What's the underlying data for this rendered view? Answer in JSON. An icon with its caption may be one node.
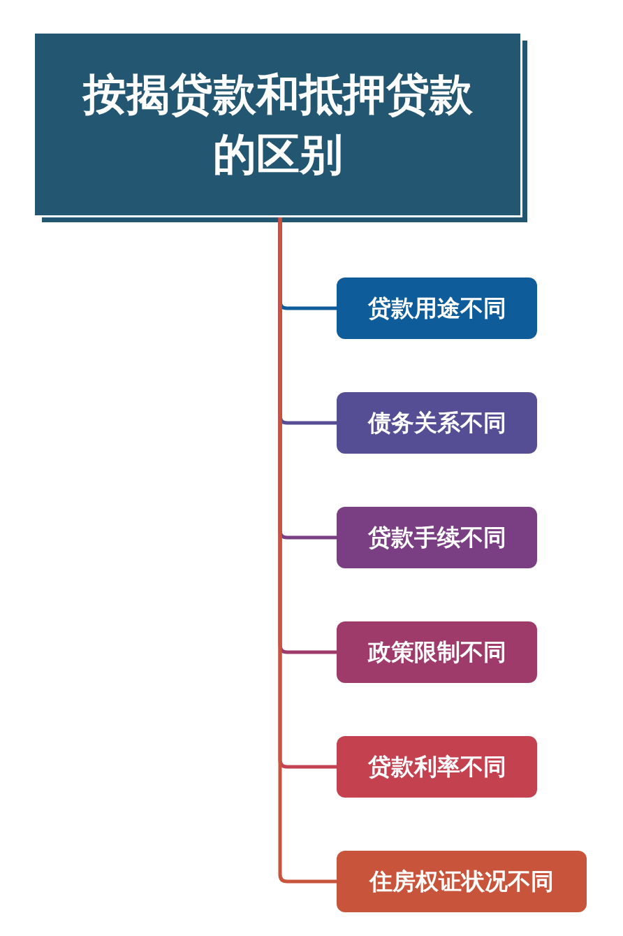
{
  "diagram": {
    "nodes": [
      {
        "text": [
          "按揭贷款和抵押贷款的区别"
        ]
      },
      {
        "text": [
          "贷款用途不同"
        ]
      },
      {
        "text": [
          "债务关系不同"
        ]
      },
      {
        "text": [
          "贷款手续不同"
        ]
      },
      {
        "text": [
          "政策限制不同"
        ]
      },
      {
        "text": [
          "贷款利率不同"
        ]
      },
      {
        "text": [
          "住房权证状况不同"
        ]
      }
    ],
    "edges": [
      {
        "from": 0,
        "to": 1,
        "arrow": "none",
        "color": "#0f5c9a"
      },
      {
        "from": 0,
        "to": 2,
        "arrow": "none",
        "color": "#554e95"
      },
      {
        "from": 0,
        "to": 3,
        "arrow": "none",
        "color": "#7a3f83"
      },
      {
        "from": 0,
        "to": 4,
        "arrow": "none",
        "color": "#9e3b6a"
      },
      {
        "from": 0,
        "to": 5,
        "arrow": "none",
        "color": "#c44150"
      },
      {
        "from": 0,
        "to": 6,
        "arrow": "none",
        "color": "#c8553b"
      }
    ]
  }
}
